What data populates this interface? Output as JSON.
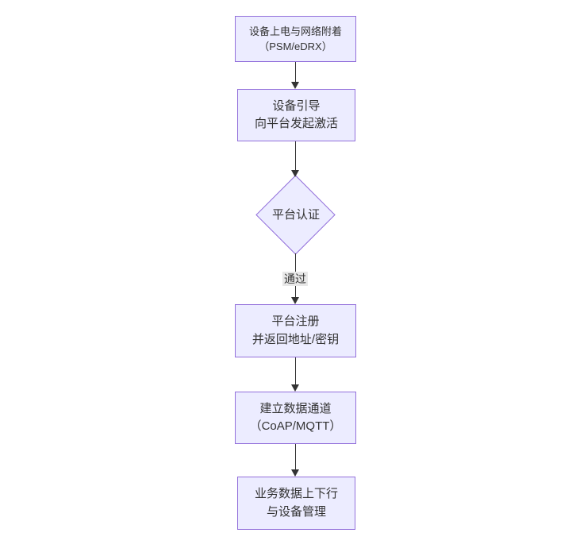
{
  "diagram": {
    "type": "flowchart",
    "direction": "top-down",
    "colors": {
      "background": "#ffffff",
      "node_fill": "#ECECFF",
      "node_border": "#9370DB",
      "arrow": "#333333",
      "text": "#333333",
      "edge_label_bg": "#e8e8e8"
    },
    "nodes": [
      {
        "id": "power-attach",
        "shape": "rect",
        "label": "设备上电与网络附着\n（PSM/eDRX）"
      },
      {
        "id": "bootstrap",
        "shape": "rect",
        "label": "设备引导\n向平台发起激活"
      },
      {
        "id": "platform-auth",
        "shape": "diamond",
        "label": "平台认证"
      },
      {
        "id": "register",
        "shape": "rect",
        "label": "平台注册\n并返回地址/密钥"
      },
      {
        "id": "data-channel",
        "shape": "rect",
        "label": "建立数据通道\n（CoAP/MQTT）"
      },
      {
        "id": "business-data",
        "shape": "rect",
        "label": "业务数据上下行\n与设备管理"
      }
    ],
    "edges": [
      {
        "from": "power-attach",
        "to": "bootstrap",
        "label": ""
      },
      {
        "from": "bootstrap",
        "to": "platform-auth",
        "label": ""
      },
      {
        "from": "platform-auth",
        "to": "register",
        "label": "通过"
      },
      {
        "from": "register",
        "to": "data-channel",
        "label": ""
      },
      {
        "from": "data-channel",
        "to": "business-data",
        "label": ""
      }
    ]
  }
}
